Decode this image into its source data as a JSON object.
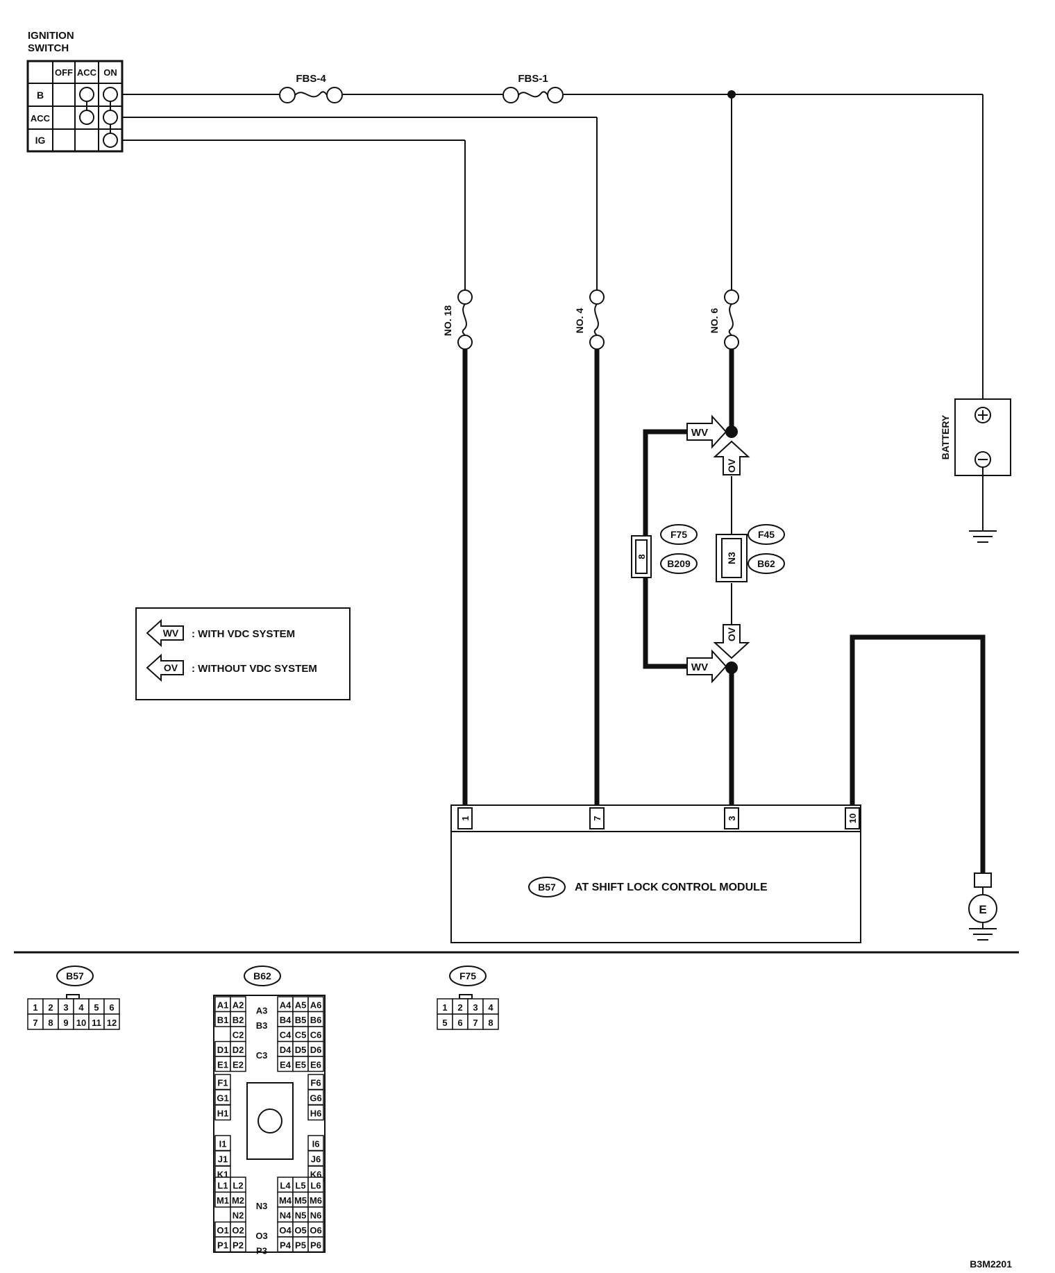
{
  "ignition_switch": {
    "title_line1": "IGNITION",
    "title_line2": "SWITCH",
    "columns": [
      "OFF",
      "ACC",
      "ON"
    ],
    "rows": [
      "B",
      "ACC",
      "IG"
    ]
  },
  "fuses": {
    "fbs4": "FBS-4",
    "fbs1": "FBS-1",
    "no18": "NO. 18",
    "no4": "NO. 4",
    "no6": "NO. 6"
  },
  "battery": {
    "label": "BATTERY",
    "plus": "+",
    "minus": "−"
  },
  "connectors": {
    "f75": "F75",
    "b209": "B209",
    "f45": "F45",
    "b62": "B62",
    "pin_8": "8",
    "pin_n3": "N3"
  },
  "variant_tags": {
    "wv": "WV",
    "ov": "OV"
  },
  "legend": {
    "wv_tag": "WV",
    "wv_text": ": WITH VDC SYSTEM",
    "ov_tag": "OV",
    "ov_text": ": WITHOUT VDC SYSTEM"
  },
  "module": {
    "connector": "B57",
    "name": "AT SHIFT LOCK CONTROL MODULE",
    "pins": [
      "1",
      "7",
      "3",
      "10"
    ]
  },
  "ground": {
    "label": "E"
  },
  "connector_views": {
    "b57": {
      "label": "B57",
      "row1": [
        "1",
        "2",
        "3",
        "4",
        "5",
        "6"
      ],
      "row2": [
        "7",
        "8",
        "9",
        "10",
        "11",
        "12"
      ]
    },
    "f75": {
      "label": "F75",
      "row1": [
        "1",
        "2",
        "3",
        "4"
      ],
      "row2": [
        "5",
        "6",
        "7",
        "8"
      ]
    },
    "b62": {
      "label": "B62",
      "rows": [
        {
          "left": [
            "A1",
            "A2"
          ],
          "mid": "A3",
          "right": [
            "A4",
            "A5",
            "A6"
          ]
        },
        {
          "left": [
            "B1",
            "B2"
          ],
          "mid": "B3",
          "right": [
            "B4",
            "B5",
            "B6"
          ]
        },
        {
          "left": [
            "",
            "C2"
          ],
          "mid": "",
          "right": [
            "C4",
            "C5",
            "C6"
          ]
        },
        {
          "left": [
            "D1",
            "D2"
          ],
          "mid": "C3",
          "right": [
            "D4",
            "D5",
            "D6"
          ]
        },
        {
          "left": [
            "E1",
            "E2"
          ],
          "mid": "",
          "right": [
            "E4",
            "E5",
            "E6"
          ]
        }
      ],
      "side_left": [
        "F1",
        "G1",
        "H1",
        "I1",
        "J1",
        "K1"
      ],
      "side_right": [
        "F6",
        "G6",
        "H6",
        "I6",
        "J6",
        "K6"
      ],
      "bottom_rows": [
        {
          "left": [
            "L1",
            "L2"
          ],
          "mid": "",
          "right": [
            "L4",
            "L5",
            "L6"
          ]
        },
        {
          "left": [
            "M1",
            "M2"
          ],
          "mid": "N3",
          "right": [
            "M4",
            "M5",
            "M6"
          ]
        },
        {
          "left": [
            "",
            "N2"
          ],
          "mid": "",
          "right": [
            "N4",
            "N5",
            "N6"
          ]
        },
        {
          "left": [
            "O1",
            "O2"
          ],
          "mid": "O3",
          "right": [
            "O4",
            "O5",
            "O6"
          ]
        },
        {
          "left": [
            "P1",
            "P2"
          ],
          "mid": "P3",
          "right": [
            "P4",
            "P5",
            "P6"
          ]
        }
      ]
    }
  },
  "figure_code": "B3M2201"
}
